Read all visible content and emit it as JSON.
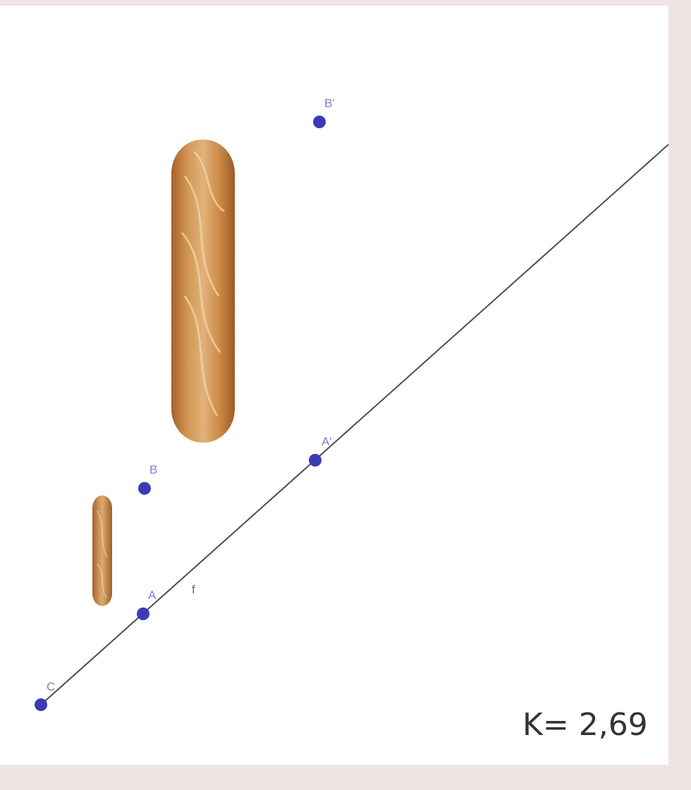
{
  "diagram": {
    "points": {
      "B_prime": "B'",
      "A_prime": "A'",
      "B": "B",
      "A": "A",
      "C": "C"
    },
    "line_name": "f",
    "ratio_text": "K= 2,69",
    "colors": {
      "point": "#3b3bb8",
      "label": "#7d7fd6",
      "line": "#4d4d4d",
      "bread": "#c98a4c",
      "frame": "#efe4e3"
    }
  }
}
